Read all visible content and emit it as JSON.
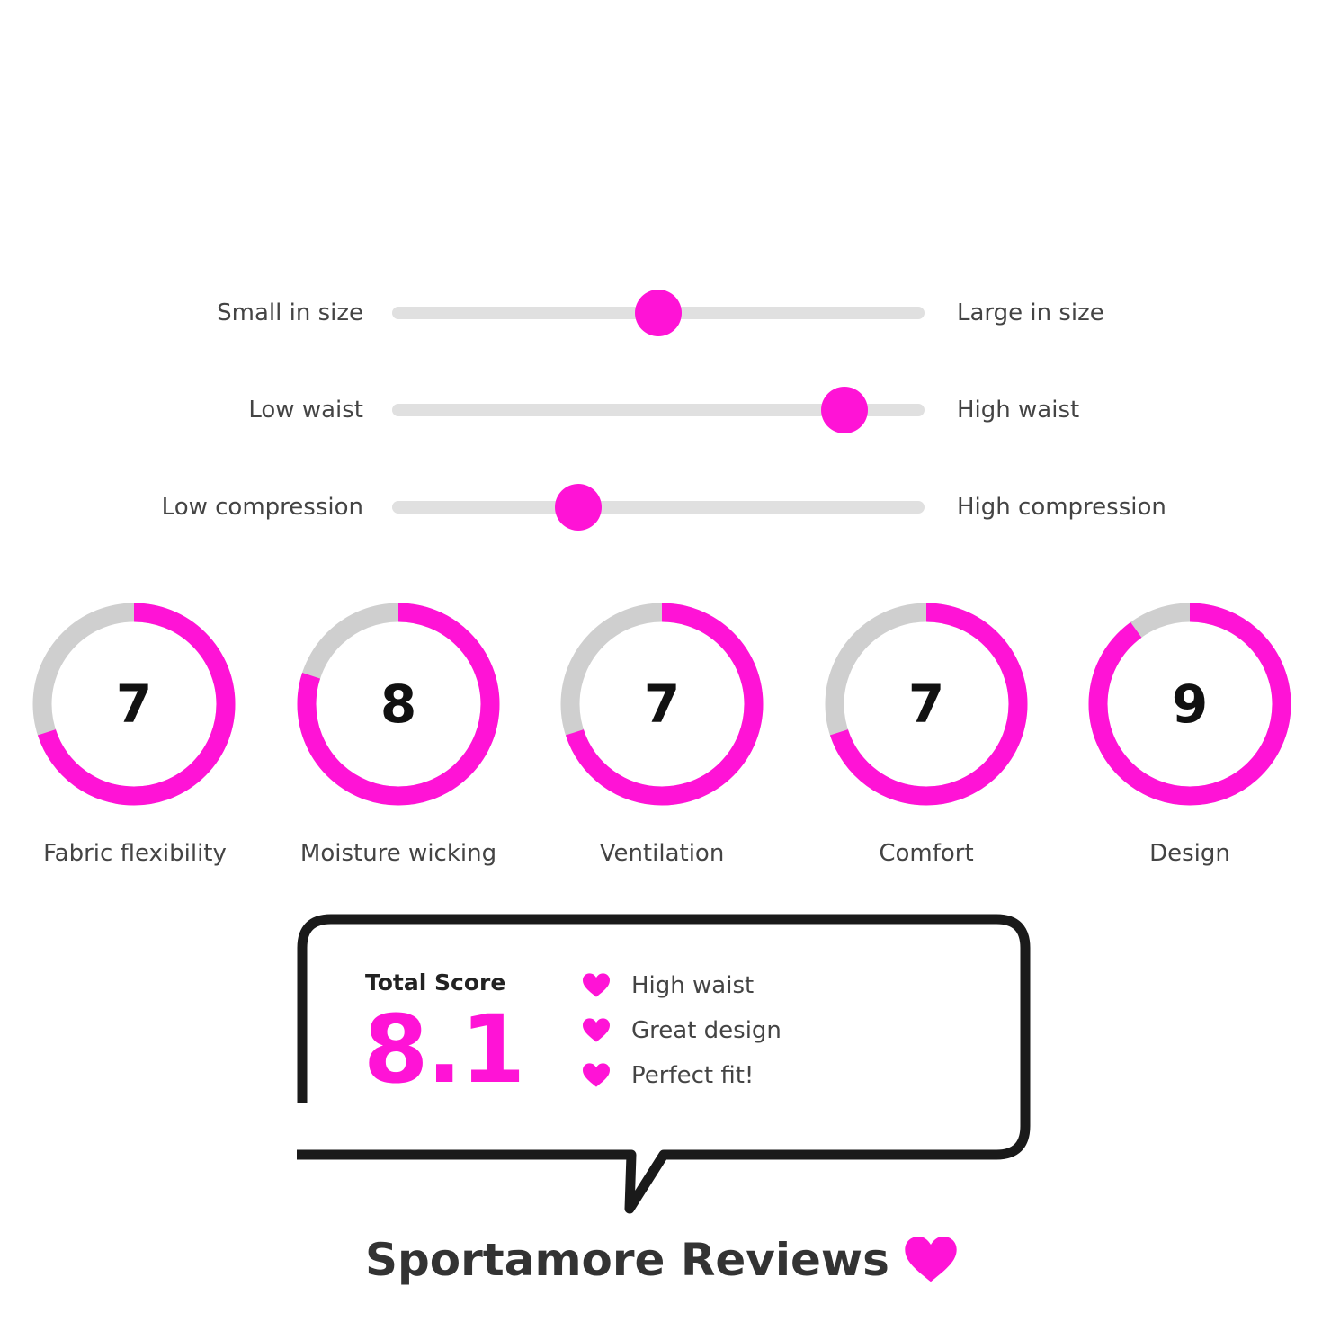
{
  "colors": {
    "accent": "#ff13d6",
    "track": "#e0e0e0",
    "ring_track": "#cfcfcf"
  },
  "sliders": [
    {
      "left_label": "Small in size",
      "right_label": "Large in size",
      "value": 0.5
    },
    {
      "left_label": "Low waist",
      "right_label": "High waist",
      "value": 0.85
    },
    {
      "left_label": "Low compression",
      "right_label": "High compression",
      "value": 0.35
    }
  ],
  "ratings": [
    {
      "label": "Fabric flexibility",
      "score": "7",
      "value": 7,
      "max": 10
    },
    {
      "label": "Moisture wicking",
      "score": "8",
      "value": 8,
      "max": 10
    },
    {
      "label": "Ventilation",
      "score": "7",
      "value": 7,
      "max": 10
    },
    {
      "label": "Comfort",
      "score": "7",
      "value": 7,
      "max": 10
    },
    {
      "label": "Design",
      "score": "9",
      "value": 9,
      "max": 10
    }
  ],
  "summary": {
    "title": "Total Score",
    "score": "8.1",
    "pros": [
      "High waist",
      "Great design",
      "Perfect fit!"
    ],
    "pro_icon": "heart-icon"
  },
  "brand": {
    "name": "Sportamore Reviews",
    "icon": "heart-icon"
  }
}
